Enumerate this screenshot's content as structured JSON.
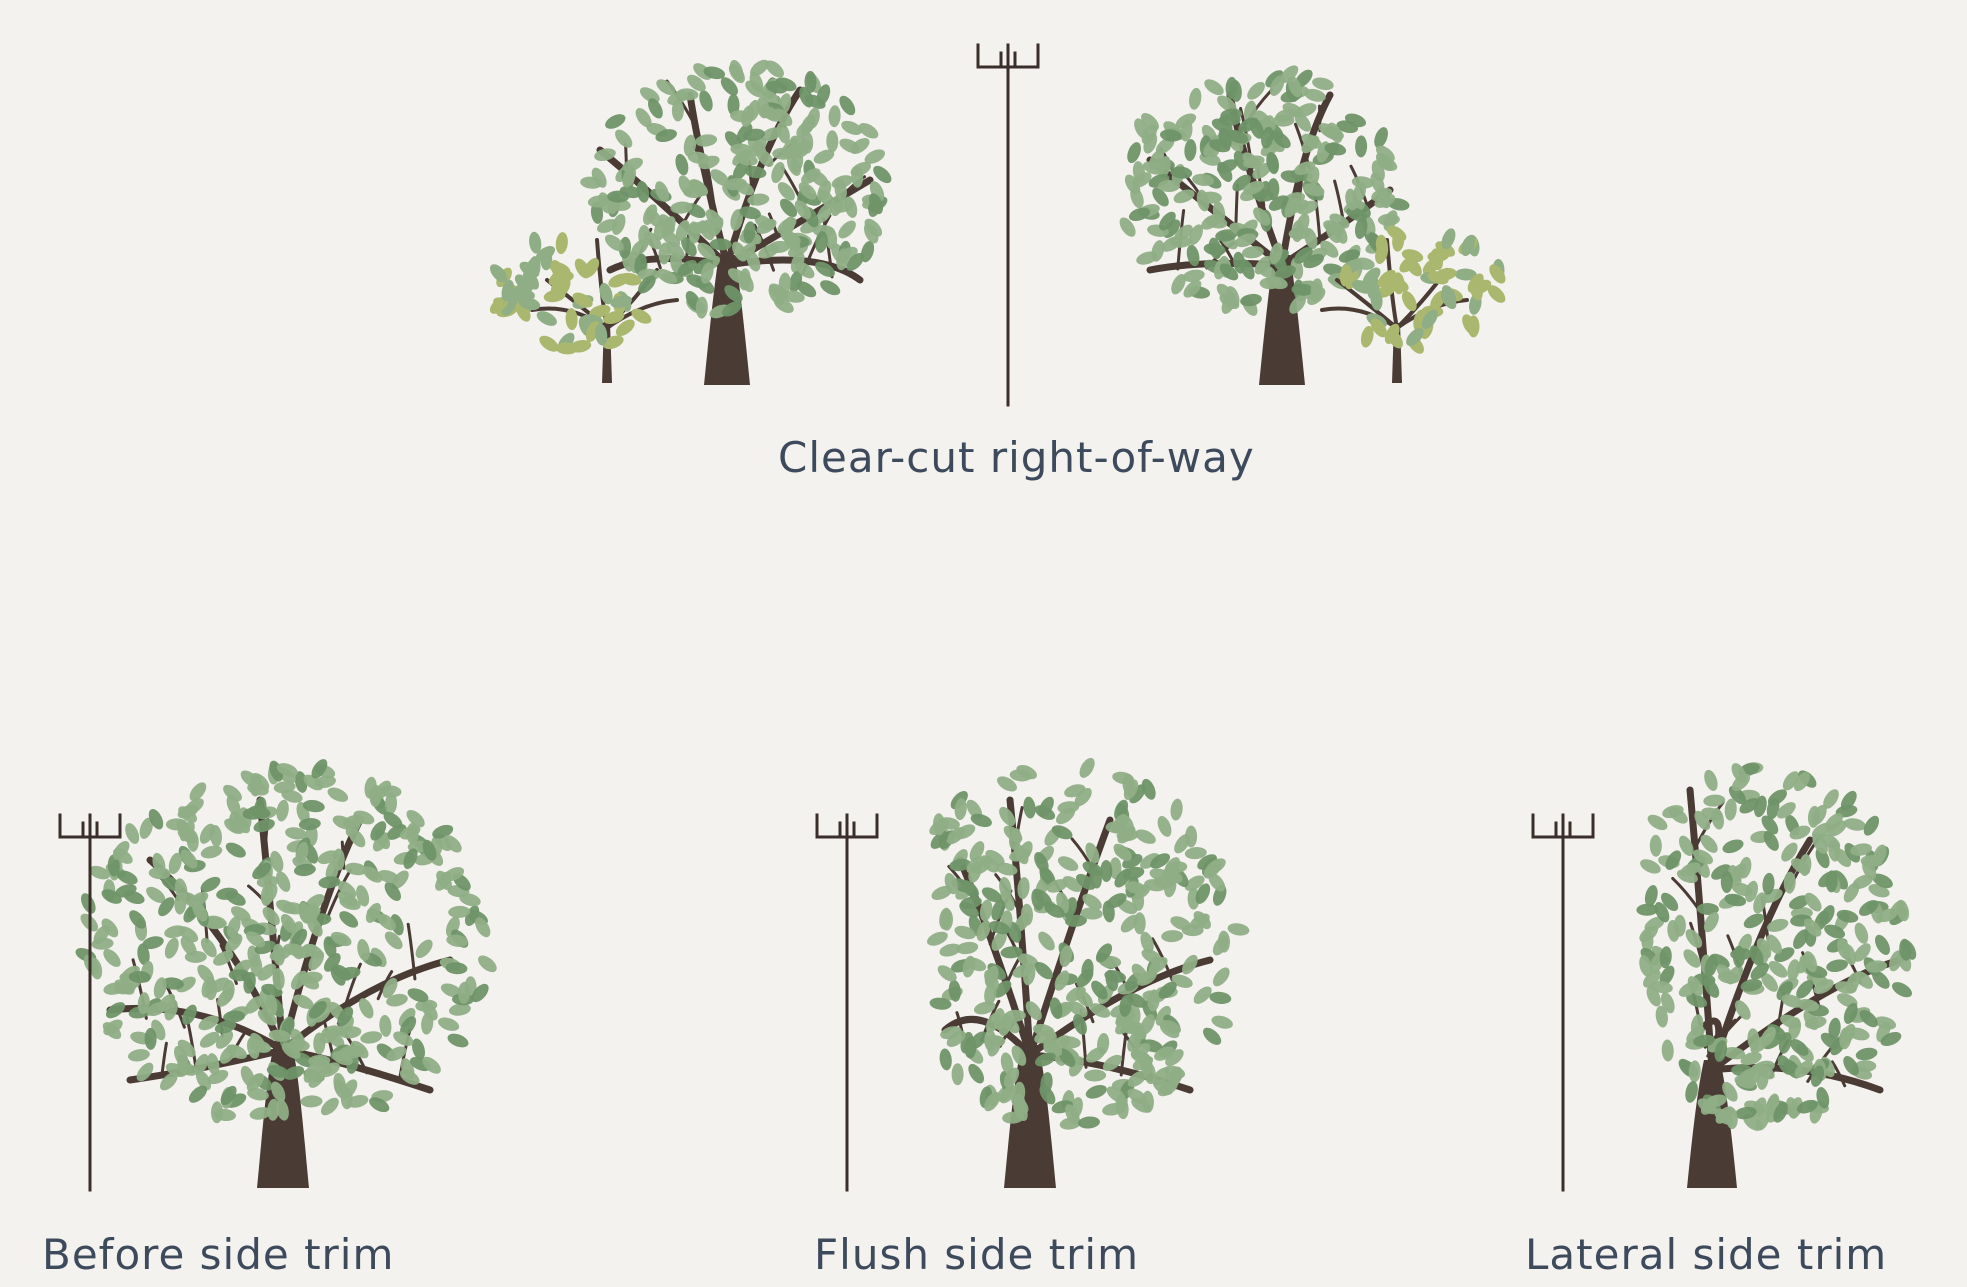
{
  "colors": {
    "background": "#f4f2ee",
    "trunk": "#4a3b35",
    "leaf": "#8fae86",
    "leaf_dark": "#6f9468",
    "leaf_light": "#a9b86e",
    "pole": "#3a2e2b",
    "caption": "#3d4a5c"
  },
  "icons": [
    "utility-pole-icon",
    "tree-icon"
  ],
  "diagrams": {
    "clear_cut": {
      "caption": "Clear-cut right-of-way"
    },
    "before": {
      "caption": "Before side trim"
    },
    "flush": {
      "caption": "Flush side trim"
    },
    "lateral": {
      "caption": "Lateral side trim"
    }
  }
}
